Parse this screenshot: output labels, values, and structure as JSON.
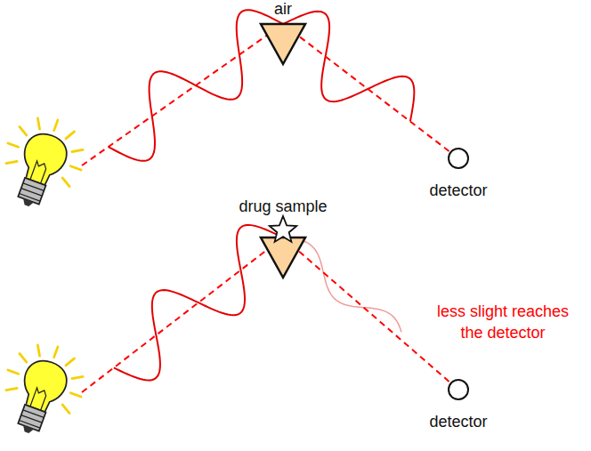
{
  "diagram": {
    "nodes": [
      {
        "text": [
          "air"
        ]
      },
      {
        "text": [
          "detector"
        ]
      },
      {
        "text": [
          "drug sample"
        ]
      },
      {
        "text": [
          "detector"
        ]
      }
    ],
    "edges": [
      {
        "from": 0,
        "to": 1,
        "arrow": "none"
      },
      {
        "from": 2,
        "to": 3,
        "arrow": "none"
      }
    ],
    "labels": [
      "less slight reaches the detector"
    ]
  }
}
